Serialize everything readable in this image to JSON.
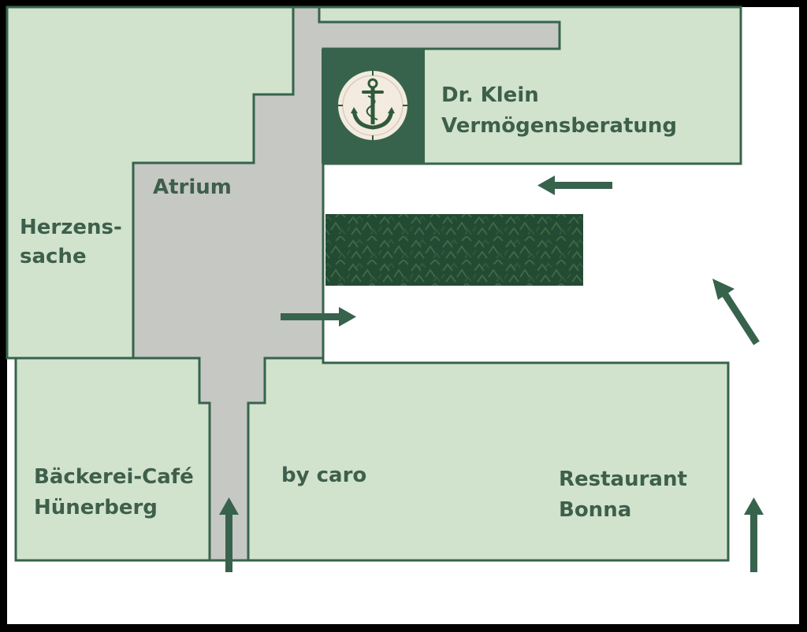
{
  "map": {
    "labels": {
      "herzenssache_line1": "Herzens-",
      "herzenssache_line2": "sache",
      "atrium": "Atrium",
      "dr_klein_line1": "Dr. Klein",
      "dr_klein_line2": "Vermögensberatung",
      "baeckerei_line1": "Bäckerei-Café",
      "baeckerei_line2": "Hünerberg",
      "by_caro": "by caro",
      "restaurant_line1": "Restaurant",
      "restaurant_line2": "Bonna"
    },
    "icons": {
      "anchor": "anchor-icon",
      "hedge": "hedge-planting",
      "arrows": "direction-arrow"
    },
    "colors": {
      "frame": "#000000",
      "outdoor": "#ffffff",
      "shop_fill": "#d1e3cd",
      "corridor_fill": "#c6c8c3",
      "accent_dark": "#37634c",
      "text": "#3e5f4b",
      "hedge": "#234a32",
      "anchor_disc": "#f3ebdf"
    }
  }
}
